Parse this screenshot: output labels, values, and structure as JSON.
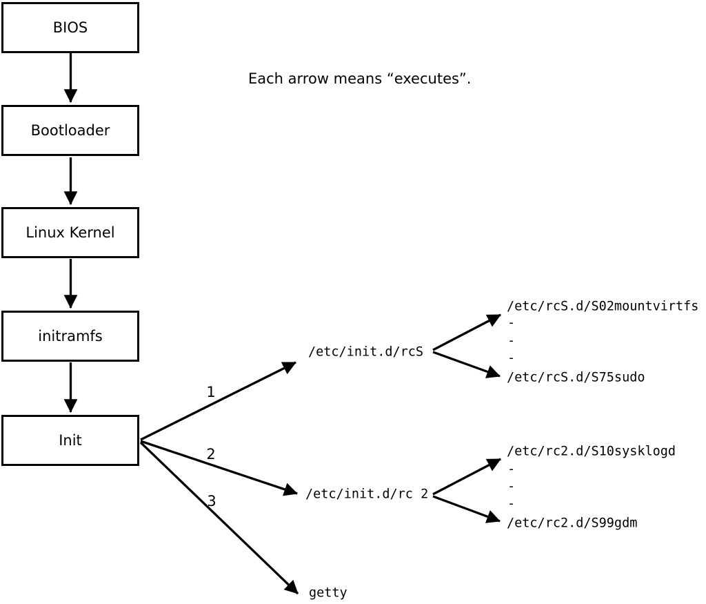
{
  "diagram": {
    "caption": "Each arrow means “executes”.",
    "colors": {
      "background": "#ffffff",
      "line": "#000000",
      "text": "#000000"
    },
    "boot_chain": [
      {
        "label": "BIOS"
      },
      {
        "label": "Bootloader"
      },
      {
        "label": "Linux Kernel"
      },
      {
        "label": "initramfs"
      },
      {
        "label": "Init"
      }
    ],
    "init_branches": [
      {
        "number": "1",
        "target": "/etc/init.d/rcS"
      },
      {
        "number": "2",
        "target": "/etc/init.d/rc 2"
      },
      {
        "number": "3",
        "target": "getty"
      }
    ],
    "rcS_scripts": {
      "first": "/etc/rcS.d/S02mountvirtfs",
      "ellipsis": [
        "-",
        "-",
        "-"
      ],
      "last": "/etc/rcS.d/S75sudo"
    },
    "rc2_scripts": {
      "first": "/etc/rc2.d/S10sysklogd",
      "ellipsis": [
        "-",
        "-",
        "-"
      ],
      "last": "/etc/rc2.d/S99gdm"
    }
  }
}
